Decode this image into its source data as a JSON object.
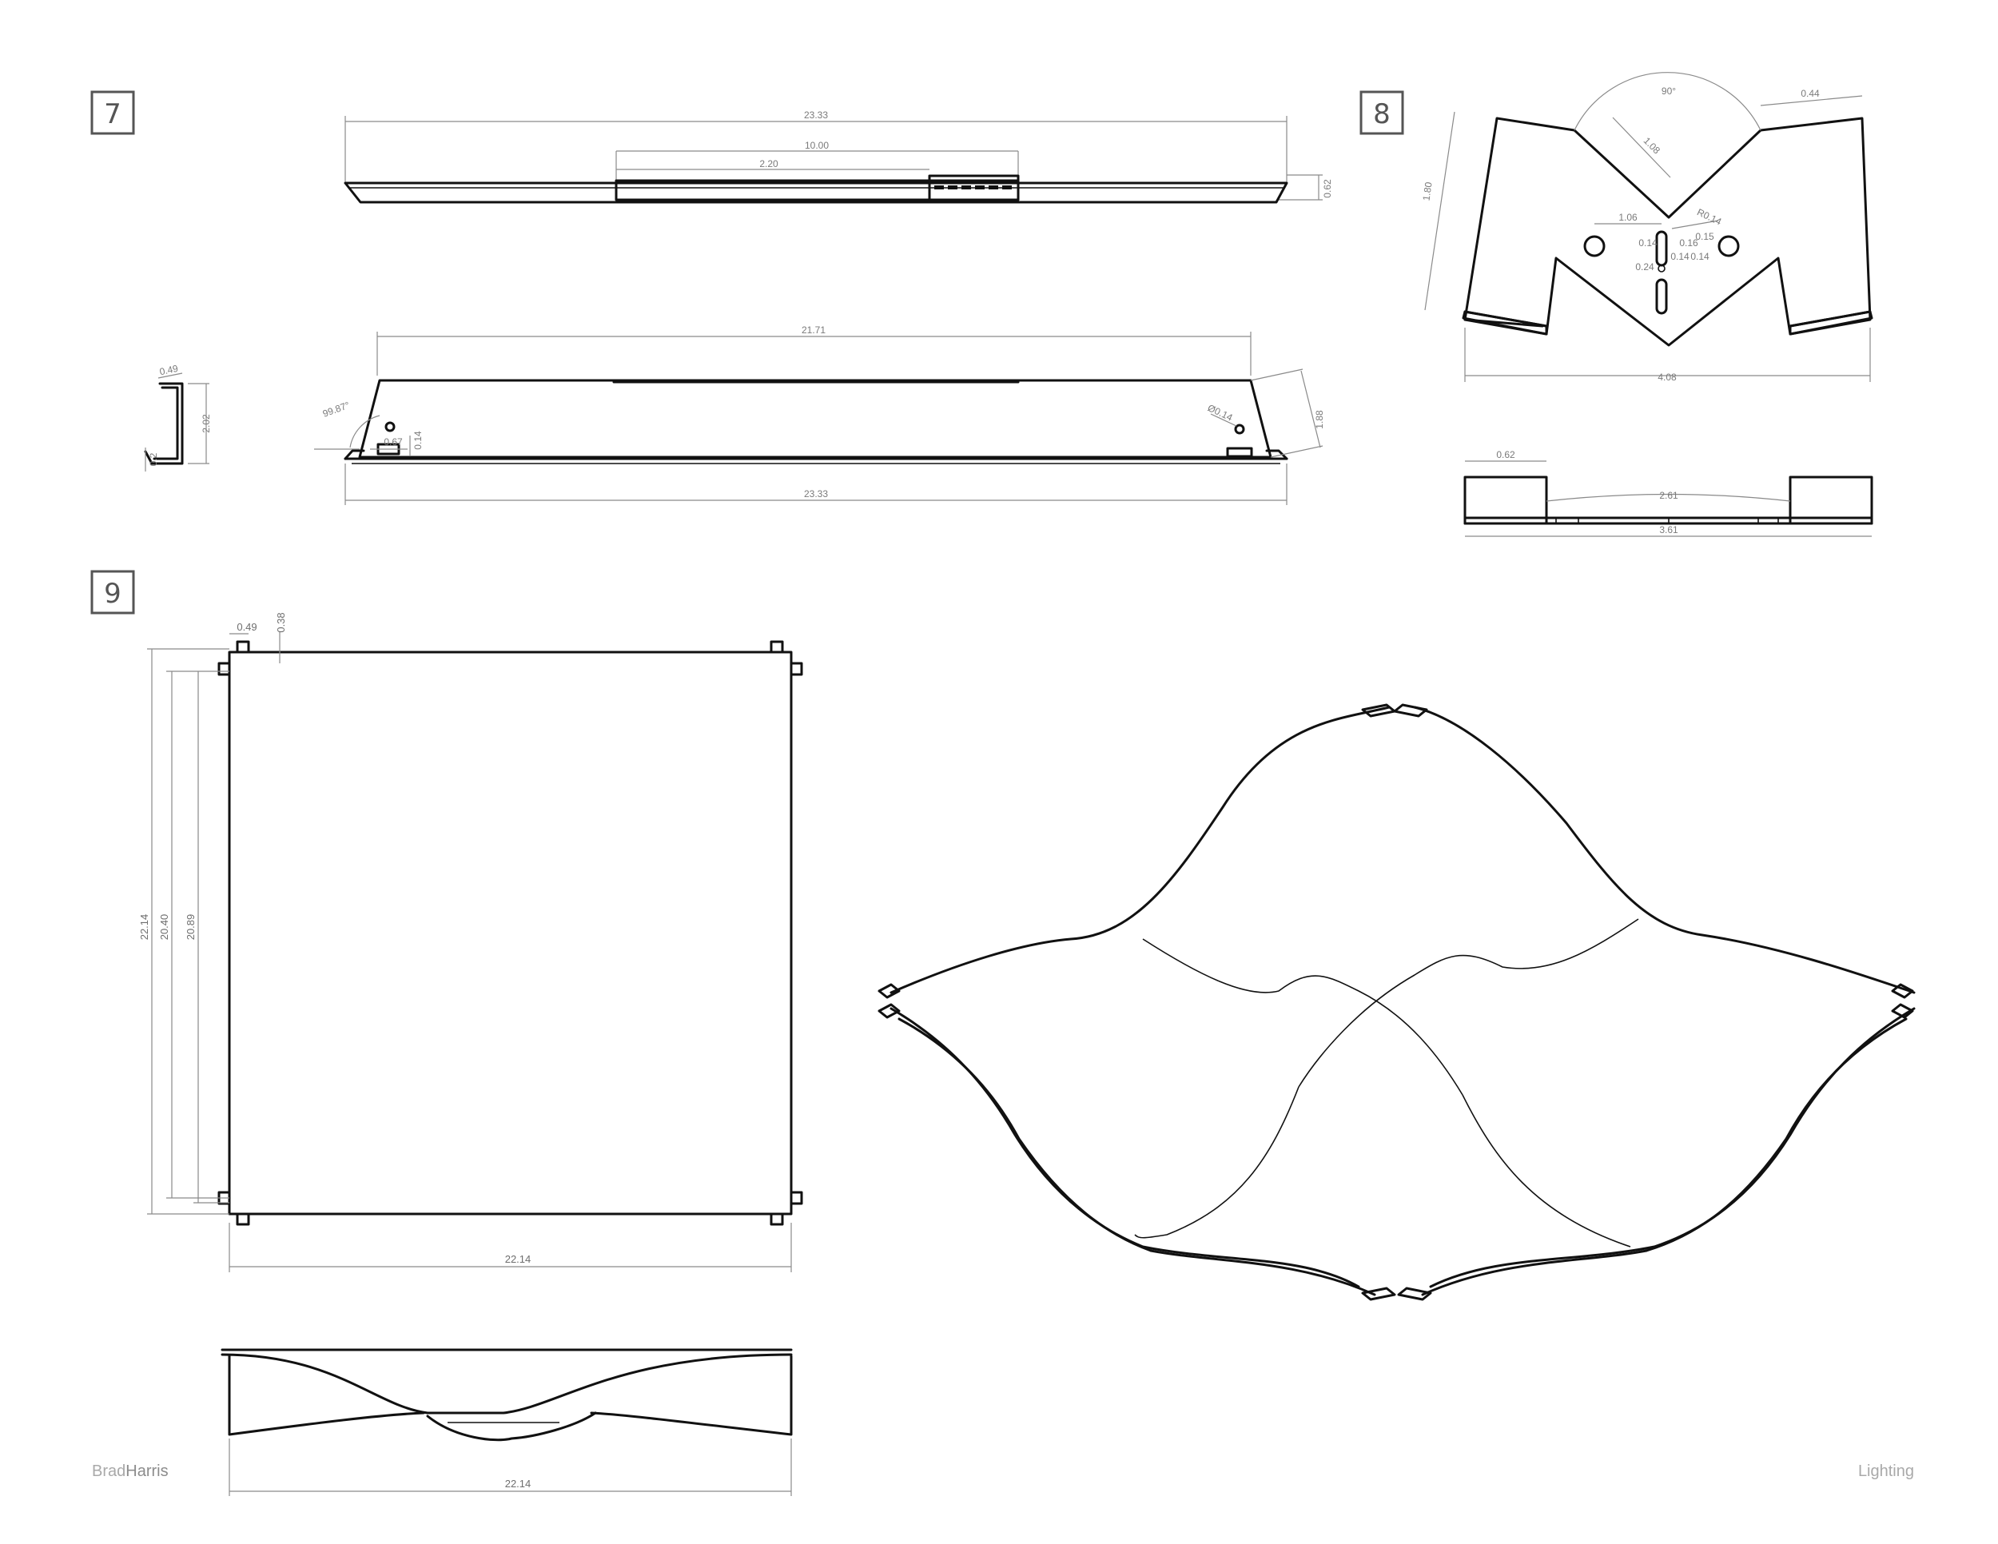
{
  "sections": {
    "s7": {
      "number": "7"
    },
    "s8": {
      "number": "8"
    },
    "s9": {
      "number": "9"
    }
  },
  "section7": {
    "top_view": {
      "overall_length": "23.33",
      "center_length": "10.00",
      "inner_length": "2.20",
      "height": "0.62"
    },
    "side_view": {
      "top_length": "21.71",
      "bottom_length": "23.33",
      "angle": "99.87°",
      "hole_dia": "Ø0.14",
      "tab_width": "0.67",
      "tab_offset": "0.14",
      "height": "1.88"
    },
    "profile": {
      "width": "0.49",
      "height": "2.02",
      "foot": "0.2"
    }
  },
  "section8": {
    "top_view": {
      "angle": "90°",
      "flange": "0.44",
      "diagonal": "1.08",
      "height": "1.80",
      "width": "4.08",
      "slot_spacing": "1.06",
      "slot_dim_a": "0.14",
      "slot_dim_b": "0.16",
      "slot_dim_c": "0.24",
      "slot_dim_d": "0.14",
      "slot_dim_e": "0.14",
      "hole_offset": "0.15",
      "hole_radius": "R0.14"
    },
    "side_view": {
      "flange": "0.62",
      "span": "2.61",
      "overall": "3.61"
    }
  },
  "section9": {
    "plan": {
      "tab_width": "0.49",
      "tab_depth": "0.38",
      "h1": "22.14",
      "h2": "20.40",
      "h3": "20.89",
      "width": "22.14"
    },
    "elevation": {
      "width": "22.14"
    }
  },
  "footer": {
    "brand_first": "Brad",
    "brand_last": "Harris",
    "category": "Lighting"
  }
}
